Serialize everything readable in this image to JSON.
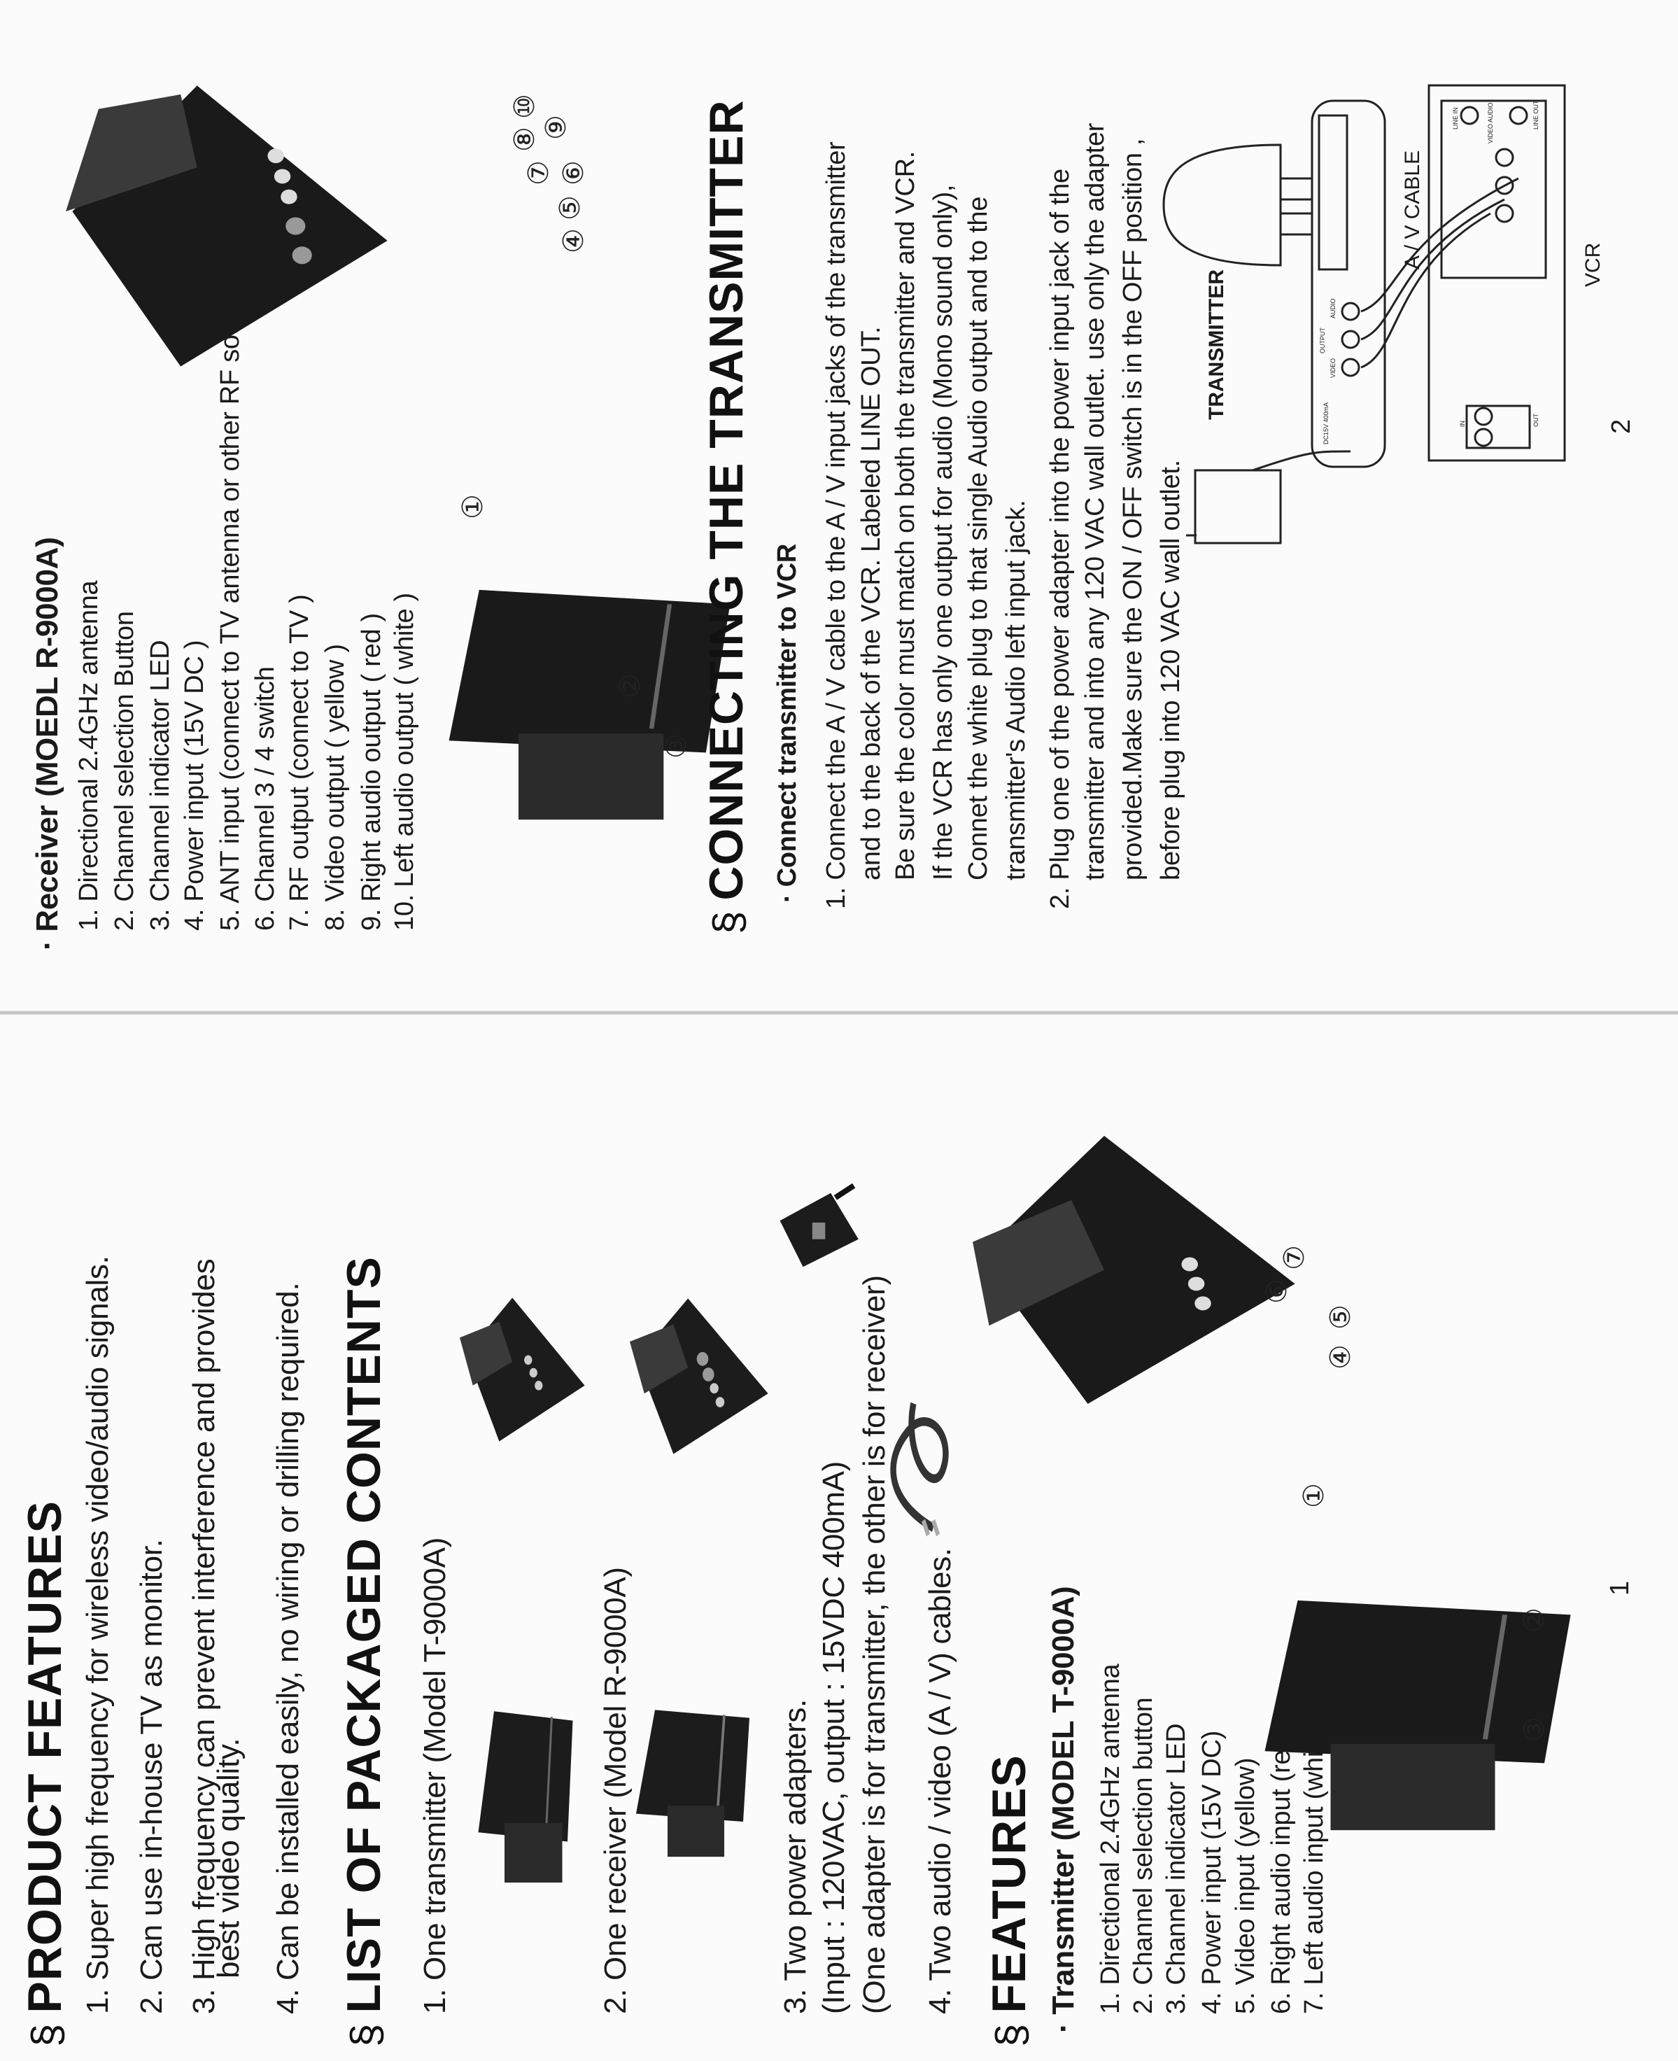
{
  "page1": {
    "section_symbol": "§",
    "product_features": {
      "title": "PRODUCT FEATURES",
      "items": [
        "1. Super high frequency for wireless video/audio signals.",
        "2. Can use in-house TV as monitor.",
        "3. High frequency can prevent interference and provides",
        "best video quality.",
        "4. Can be installed easily, no wiring or drilling required."
      ]
    },
    "packaged_contents": {
      "title": "LIST OF PACKAGED CONTENTS",
      "items": [
        "1. One transmitter (Model T-9000A)",
        "2. One receiver (Model R-9000A)",
        "3. Two power adapters.",
        "(Input : 120VAC, output : 15VDC 400mA)",
        "(One adapter is for transmitter, the other is for receiver)",
        "4. Two audio / video (A / V) cables."
      ]
    },
    "features": {
      "title": "FEATURES",
      "transmitter_heading": "· Transmitter (MODEL T-9000A)",
      "items": [
        "1. Directional 2.4GHz antenna",
        "2. Channel selection button",
        "3. Channel indicator LED",
        "4. Power input (15V DC)",
        "5. Video input (yellow)",
        "6. Right audio input (red)",
        "7. Left audio input (white)"
      ],
      "callouts": [
        "①",
        "②",
        "③",
        "④",
        "⑤",
        "⑥",
        "⑦"
      ]
    },
    "page_number": "1"
  },
  "page2": {
    "receiver": {
      "heading": "· Receiver (MOEDL R-9000A)",
      "items": [
        "1. Directional 2.4GHz antenna",
        "2. Channel selection Button",
        "3. Channel indicator LED",
        "4. Power input (15V DC )",
        "5. ANT input (connect to TV antenna or other RF source )",
        "6. Channel 3 / 4 switch",
        "7. RF output (connect to TV )",
        "8. Video output ( yellow )",
        "9. Right audio output  ( red )",
        "10. Left audio output ( white )"
      ],
      "callouts": [
        "①",
        "②",
        "③",
        "④",
        "⑤",
        "⑥",
        "⑦",
        "⑧",
        "⑨",
        "⑩"
      ]
    },
    "connecting": {
      "title": "CONNECTING THE TRANSMITTER",
      "subheading": "· Connect transmitter to VCR",
      "lines": [
        "1. Connect the A / V cable to the A / V input jacks of the transmitter",
        "and to the back of the VCR. Labeled LINE OUT.",
        "Be sure the color must match on both the transmitter and VCR.",
        "If the VCR has only one output for audio (Mono sound only),",
        "Connet the white plug to that single Audio output and to the",
        "transmitter's Audio left input jack.",
        "2. Plug one of the power adapter into the power input jack of the",
        "transmitter and into any 120 VAC wall outlet. use only the adapter",
        "provided.Make sure the ON / OFF switch is in the OFF position ,",
        "before plug into 120 VAC wall outlet."
      ]
    },
    "diagram": {
      "transmitter_label": "TRANSMITTER",
      "cable_label": "A / V CABLE",
      "vcr_label": "VCR",
      "in_label": "IN",
      "out_label": "OUT",
      "line_in": "LINE IN",
      "video_audio": "VIDEO AUDIO",
      "line_out": "LINE OUT",
      "tx_output": "OUTPUT",
      "tx_video": "VIDEO",
      "tx_audio": "AUDIO",
      "tx_dc": "DC15V 400mA"
    },
    "page_number": "2"
  },
  "colors": {
    "paper": "#fbfbfb",
    "ink": "#1a1a1a",
    "device": "#1c1c1c"
  }
}
